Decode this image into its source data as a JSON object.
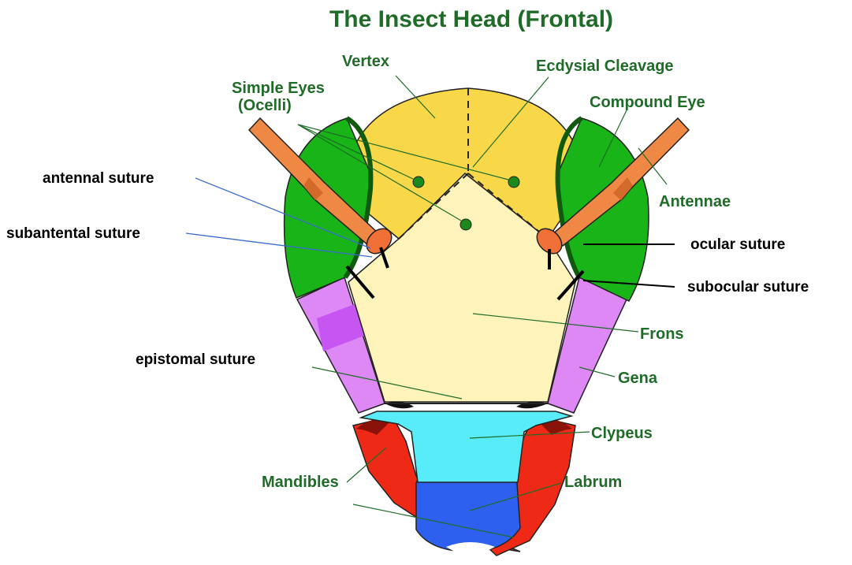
{
  "title": "The Insect Head (Frontal)",
  "colors": {
    "label_green": "#1f6b28",
    "annotation_black": "#000000",
    "vertex": "#f8d848",
    "frons": "#fff3bc",
    "compound_eye": "#18b418",
    "gena": "#dd88f5",
    "clypeus": "#58ecf8",
    "labrum": "#2e60f0",
    "mandible": "#ee2a16",
    "antenna": "#ee8844",
    "leader_blue": "#3a6ccc"
  },
  "labels": {
    "vertex": "Vertex",
    "ecdysial_cleavage": "Ecdysial Cleavage",
    "simple_eyes": "Simple Eyes",
    "ocelli": "(Ocelli)",
    "compound_eye": "Compound Eye",
    "antennae": "Antennae",
    "frons": "Frons",
    "gena": "Gena",
    "clypeus": "Clypeus",
    "labrum": "Labrum",
    "mandibles": "Mandibles"
  },
  "annotations": {
    "antennal_suture": "antennal suture",
    "subantental_suture": "subantental suture",
    "ocular_suture": "ocular suture",
    "subocular_suture": "subocular suture",
    "epistomal_suture": "epistomal suture"
  }
}
